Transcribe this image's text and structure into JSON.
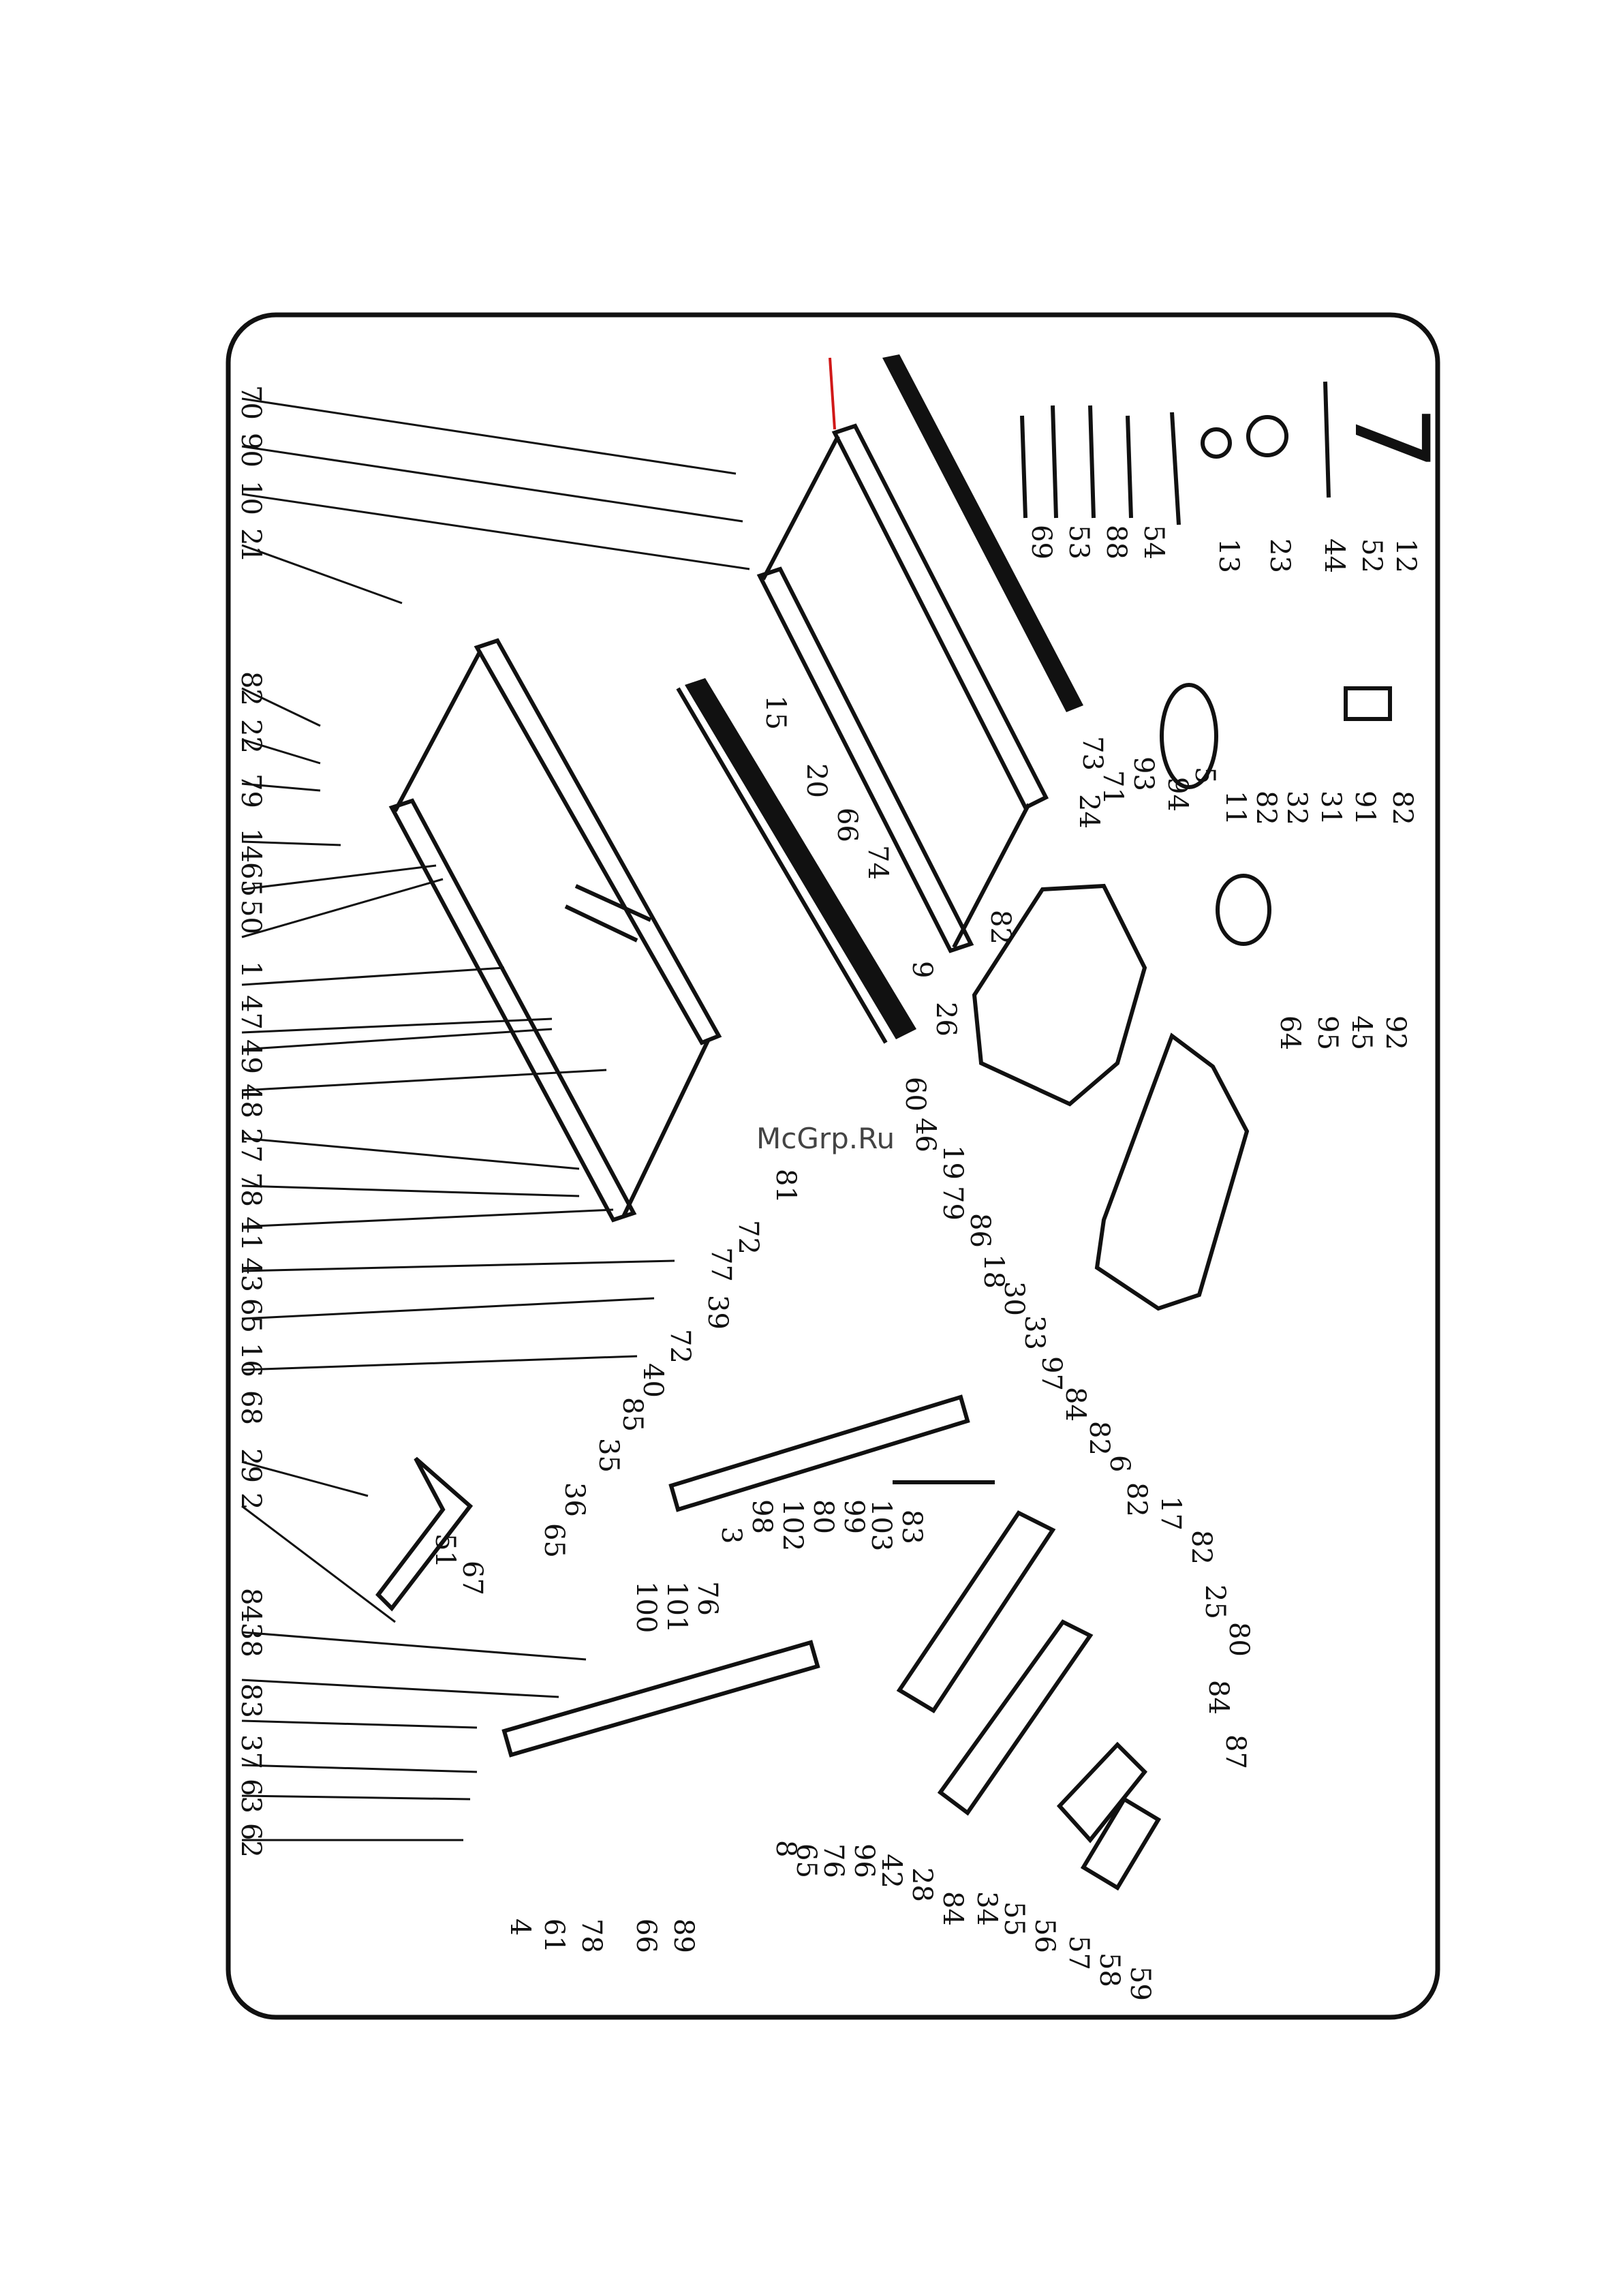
{
  "page_number": "7",
  "watermark": "McGrp.Ru",
  "colors": {
    "stroke": "#111111",
    "screw": "#d01818",
    "background": "#ffffff"
  },
  "callouts": {
    "left_column": [
      "70",
      "90",
      "10",
      "21",
      "82",
      "22",
      "79",
      "14",
      "65",
      "50",
      "1",
      "47",
      "49",
      "48",
      "27",
      "78",
      "41",
      "43",
      "65",
      "16",
      "68",
      "29",
      "2",
      "8438",
      "83",
      "37",
      "63",
      "62"
    ],
    "upper_right": [
      "69",
      "53",
      "88",
      "54",
      "13",
      "23",
      "44",
      "52",
      "12"
    ],
    "motor_group": [
      "73",
      "71",
      "93",
      "94",
      "5",
      "11",
      "82",
      "32",
      "31",
      "91",
      "82",
      "24",
      "66",
      "74",
      "9",
      "26",
      "82"
    ],
    "hood_group": [
      "64",
      "95",
      "45",
      "92",
      "60",
      "46",
      "19",
      "79",
      "86",
      "18",
      "30",
      "33",
      "97",
      "84",
      "82",
      "6",
      "82",
      "17",
      "82",
      "25",
      "80"
    ],
    "frame_group": [
      "15",
      "20",
      "81",
      "72",
      "77",
      "39",
      "72",
      "40",
      "85",
      "35",
      "36",
      "65",
      "67",
      "51",
      "3",
      "98",
      "102",
      "80",
      "99",
      "103",
      "83",
      "76",
      "100",
      "101"
    ],
    "bottom_group": [
      "4",
      "61",
      "78",
      "66",
      "89",
      "8",
      "76",
      "65",
      "96",
      "42",
      "28",
      "84",
      "34",
      "55",
      "56",
      "57",
      "58",
      "59",
      "84",
      "87"
    ]
  }
}
